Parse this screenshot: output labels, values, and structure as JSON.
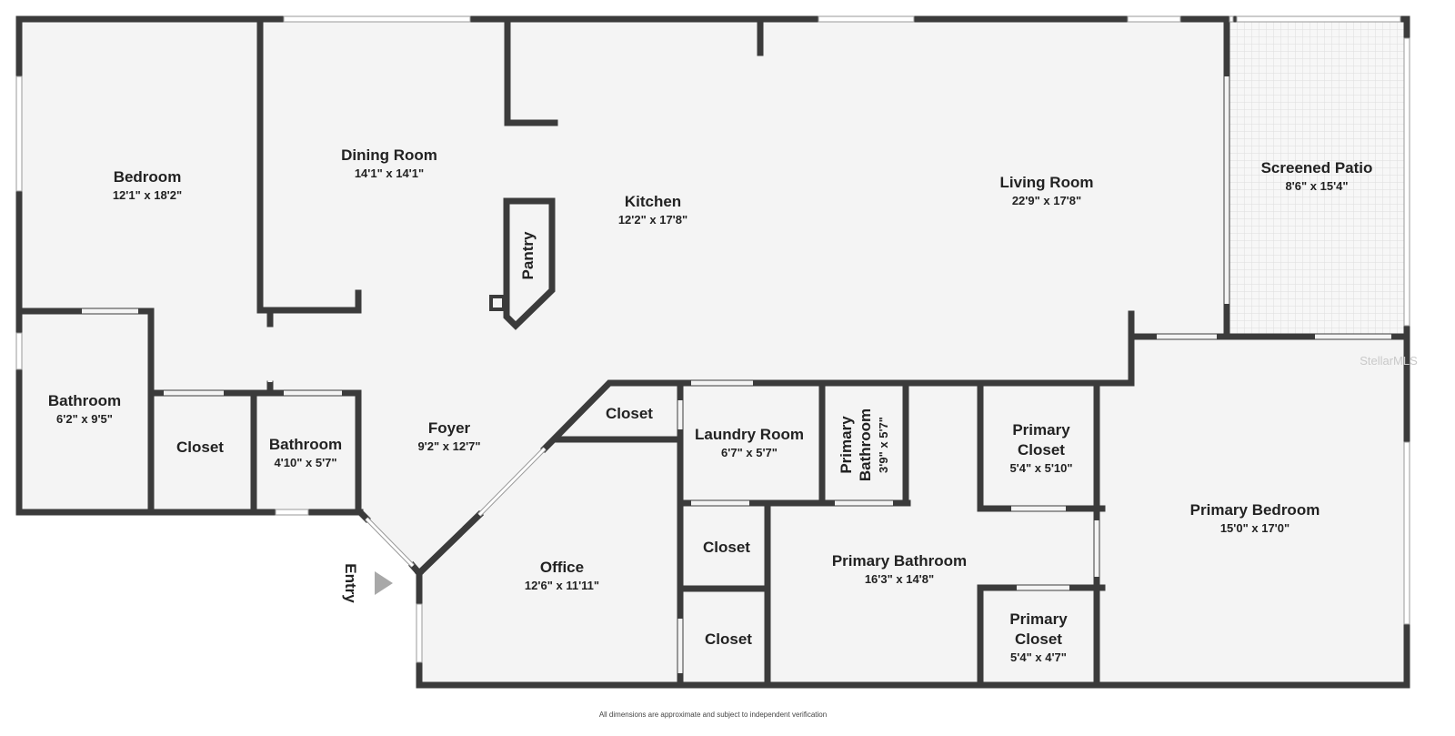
{
  "rooms": {
    "bedroom": {
      "name": "Bedroom",
      "dims": "12'1\" x 18'2\""
    },
    "dining_room": {
      "name": "Dining Room",
      "dims": "14'1\" x 14'1\""
    },
    "kitchen": {
      "name": "Kitchen",
      "dims": "12'2\" x 17'8\""
    },
    "pantry": {
      "name": "Pantry"
    },
    "living_room": {
      "name": "Living Room",
      "dims": "22'9\" x 17'8\""
    },
    "screened_patio": {
      "name": "Screened Patio",
      "dims": "8'6\" x 15'4\""
    },
    "bathroom_1": {
      "name": "Bathroom",
      "dims": "6'2\" x 9'5\""
    },
    "closet_1": {
      "name": "Closet"
    },
    "bathroom_2": {
      "name": "Bathroom",
      "dims": "4'10\" x 5'7\""
    },
    "foyer": {
      "name": "Foyer",
      "dims": "9'2\" x 12'7\""
    },
    "closet_2": {
      "name": "Closet"
    },
    "laundry_room": {
      "name": "Laundry Room",
      "dims": "6'7\" x 5'7\""
    },
    "primary_bathroom_small": {
      "name_line1": "Primary",
      "name_line2": "Bathroom",
      "dims": "3'9\" x 5'7\""
    },
    "primary_closet_1": {
      "name_line1": "Primary",
      "name_line2": "Closet",
      "dims": "5'4\" x 5'10\""
    },
    "primary_bedroom": {
      "name": "Primary Bedroom",
      "dims": "15'0\" x 17'0\""
    },
    "office": {
      "name": "Office",
      "dims": "12'6\" x 11'11\""
    },
    "closet_3": {
      "name": "Closet"
    },
    "closet_4": {
      "name": "Closet"
    },
    "primary_bathroom": {
      "name": "Primary Bathroom",
      "dims": "16'3\" x 14'8\""
    },
    "primary_closet_2": {
      "name_line1": "Primary",
      "name_line2": "Closet",
      "dims": "5'4\" x 4'7\""
    }
  },
  "entry_label": "Entry",
  "footer_note": "All dimensions are approximate and subject to independent verification",
  "watermark": "StellarMLS",
  "colors": {
    "wall": "#3b3b3b",
    "floor": "#f4f4f4",
    "entry_arrow": "#a8a8a8",
    "text": "#222222"
  }
}
